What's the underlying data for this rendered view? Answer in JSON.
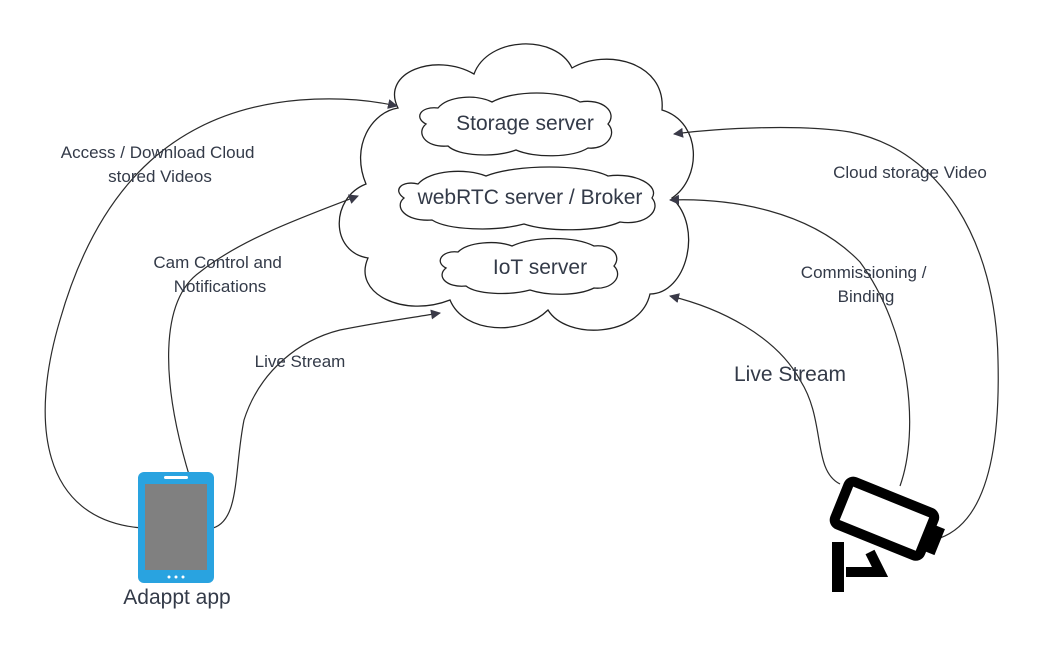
{
  "cloud": {
    "servers": [
      {
        "label": "Storage server"
      },
      {
        "label": "webRTC server / Broker"
      },
      {
        "label": "IoT server"
      }
    ]
  },
  "app": {
    "label": "Adappt app"
  },
  "connections": {
    "access_download": [
      "Access / Download Cloud",
      "stored Videos"
    ],
    "cam_control": [
      "Cam Control and",
      "Notifications"
    ],
    "live_stream_left": "Live Stream",
    "cloud_storage_video": "Cloud storage Video",
    "commissioning": [
      "Commissioning /",
      "Binding"
    ],
    "live_stream_right": "Live Stream"
  },
  "colors": {
    "phone_frame": "#29a3e0",
    "phone_screen": "#808080",
    "text": "#333a48",
    "line": "#2b2b2b"
  },
  "icons": {
    "phone": "smartphone-icon",
    "camera": "security-camera-icon"
  }
}
